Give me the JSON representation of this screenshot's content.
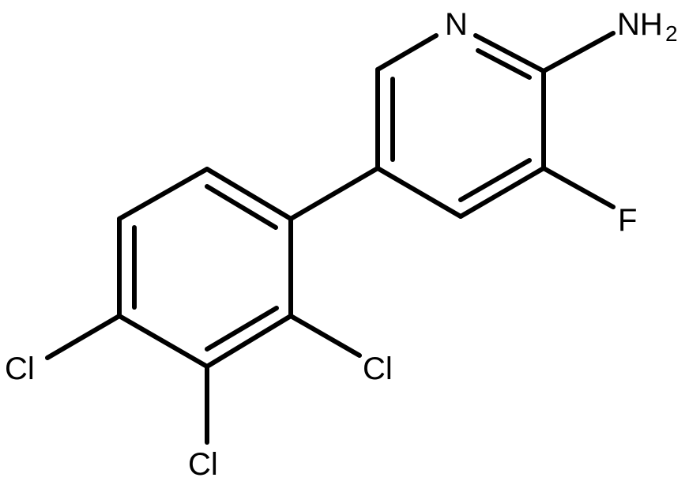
{
  "molecule": {
    "atoms": {
      "N_ring": "N",
      "NH2": "NH",
      "NH2_subscript": "2",
      "F": "F",
      "Cl_2": "Cl",
      "Cl_3": "Cl",
      "Cl_4": "Cl"
    }
  }
}
